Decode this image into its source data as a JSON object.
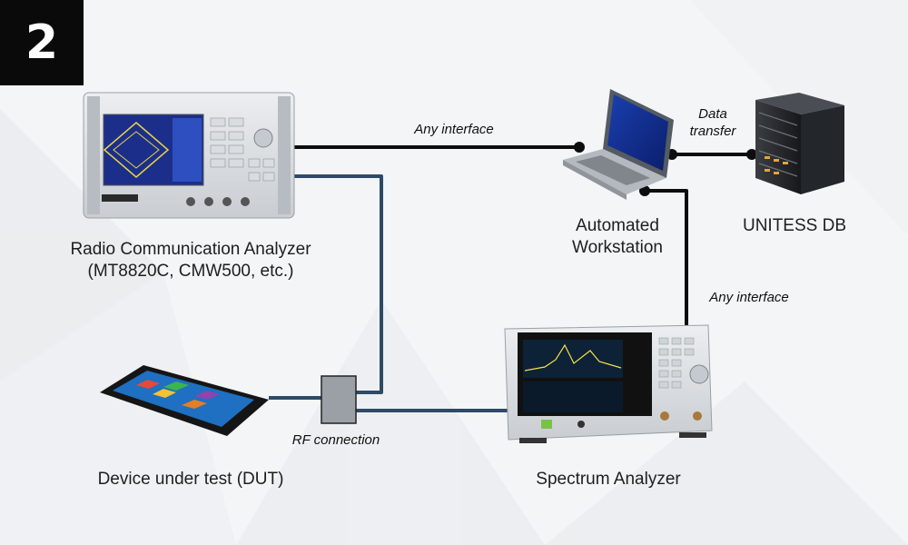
{
  "step_badge": "2",
  "devices": {
    "radio_analyzer": {
      "line1": "Radio Communication Analyzer",
      "line2": "(MT8820C, CMW500, etc.)"
    },
    "workstation": {
      "line1": "Automated",
      "line2": "Workstation"
    },
    "database": {
      "label": "UNITESS DB"
    },
    "spectrum_analyzer": {
      "label": "Spectrum Analyzer"
    },
    "dut": {
      "label": "Device under test (DUT)"
    }
  },
  "connections": {
    "analyzer_to_workstation": "Any interface",
    "workstation_to_spectrum": "Any interface",
    "data_transfer_line1": "Data",
    "data_transfer_line2": "transfer",
    "rf": "RF connection"
  },
  "colors": {
    "control_link": "#0d0d0d",
    "rf_link": "#2e4a66",
    "badge_bg": "#0a0a0a"
  }
}
